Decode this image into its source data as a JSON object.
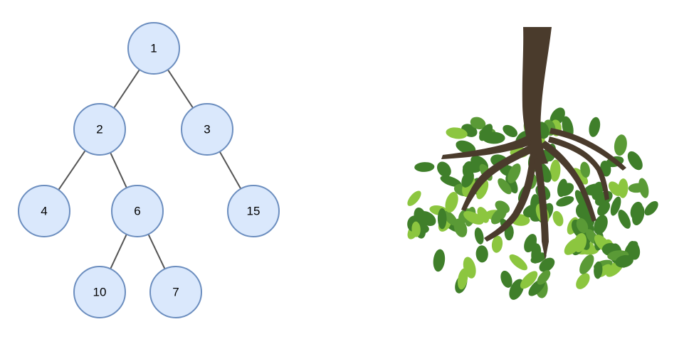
{
  "binary_tree": {
    "nodes": [
      {
        "id": "n1",
        "label": "1"
      },
      {
        "id": "n2",
        "label": "2"
      },
      {
        "id": "n3",
        "label": "3"
      },
      {
        "id": "n4",
        "label": "4"
      },
      {
        "id": "n6",
        "label": "6"
      },
      {
        "id": "n15",
        "label": "15"
      },
      {
        "id": "n10",
        "label": "10"
      },
      {
        "id": "n7",
        "label": "7"
      }
    ],
    "edges": [
      {
        "from": "n1",
        "to": "n2"
      },
      {
        "from": "n1",
        "to": "n3"
      },
      {
        "from": "n2",
        "to": "n4"
      },
      {
        "from": "n2",
        "to": "n6"
      },
      {
        "from": "n3",
        "to": "n15"
      },
      {
        "from": "n6",
        "to": "n10"
      },
      {
        "from": "n6",
        "to": "n7"
      }
    ]
  },
  "tree_illustration": {
    "colors": {
      "trunk": "#4a3b2c",
      "leaf_dark": "#3f7f2a",
      "leaf_mid": "#5a9a36",
      "leaf_light": "#8cc63f"
    }
  }
}
